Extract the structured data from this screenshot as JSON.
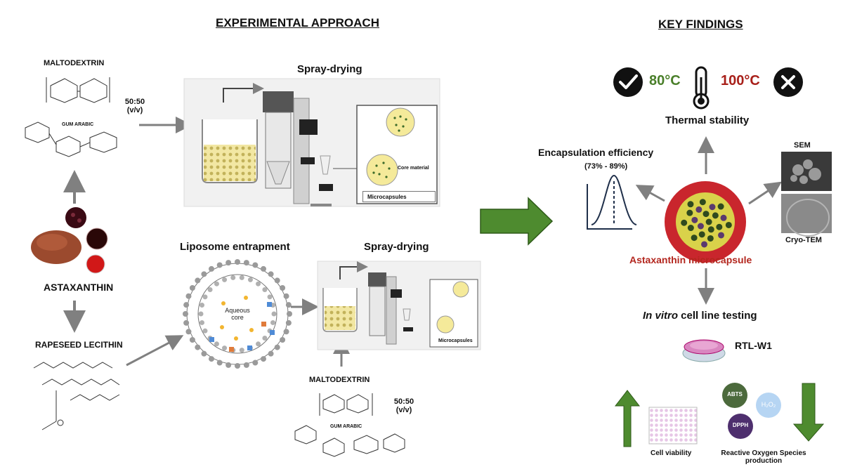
{
  "headings": {
    "experimental": "EXPERIMENTAL APPROACH",
    "findings": "KEY FINDINGS"
  },
  "left": {
    "maltodextrin_top": "MALTODEXTRIN",
    "gum_arabic_top": "GUM ARABIC",
    "ratio_top_line1": "50:50",
    "ratio_top_line2": "(v/v)",
    "astaxanthin": "ASTAXANTHIN",
    "rapeseed": "RAPESEED LECITHIN"
  },
  "process": {
    "spray_drying_top": "Spray-drying",
    "microcapsules_top": "Microcapsules",
    "core_material": "Core material",
    "liposome": "Liposome entrapment",
    "aqueous_core": "Aqueous core",
    "spray_drying_bottom": "Spray-drying",
    "microcapsules_bottom": "Microcapsules",
    "maltodextrin_bottom": "MALTODEXTRIN",
    "gum_arabic_bottom": "GUM ARABIC",
    "ratio_bottom_line1": "50:50",
    "ratio_bottom_line2": "(v/v)"
  },
  "findings": {
    "temp_ok": "80°C",
    "temp_bad": "100°C",
    "thermal": "Thermal stability",
    "encap_title": "Encapsulation efficiency",
    "encap_range": "(73% - 89%)",
    "sem": "SEM",
    "cryo": "Cryo-TEM",
    "microcapsule": "Astaxanthin microcapsule",
    "in_vitro_italic": "In vitro",
    "in_vitro_rest": " cell line testing",
    "cell_line": "RTL-W1",
    "abts": "ABTS",
    "h2o2": "H₂O₂",
    "dpph": "DPPH",
    "cell_viability": "Cell viability",
    "ros_line1": "Reactive Oxygen Species",
    "ros_line2": "production"
  },
  "colors": {
    "green": "#4e8b2f",
    "red": "#b3261e",
    "arrow_gray": "#808080",
    "temp_green": "#4a7f2a",
    "temp_red": "#a8201a"
  }
}
